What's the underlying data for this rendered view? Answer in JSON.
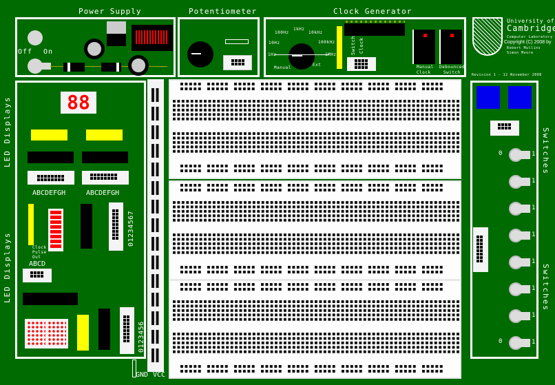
{
  "power_supply": {
    "title": "Power Supply",
    "off_label": "Off",
    "on_label": "On"
  },
  "potentiometer": {
    "title": "Potentiometer"
  },
  "clock": {
    "title": "Clock Generator",
    "frequencies": [
      "1Hz",
      "10Hz",
      "100Hz",
      "1kHz",
      "10kHz",
      "100kHz",
      "1MHz"
    ],
    "manual_label": "Manual",
    "ext_label": "Ext",
    "switch_label": "Switch",
    "clock_label": "Clock",
    "manual_clock": [
      "Manual",
      "Clock"
    ],
    "debounced_switch": [
      "Debounced",
      "Switch"
    ]
  },
  "logo": {
    "line1": "University of",
    "line2": "Cambridge",
    "line3": "Computer Laboratory",
    "line4": "Copyright (C) 2008 by",
    "line5": "Robert Mullins",
    "line6": "Simon Moore"
  },
  "revision": "Revision 1 - 12 November 2008",
  "led": {
    "side_label": "LED Displays",
    "seg_digits": "88",
    "bank_labels": [
      "ABCDEFGH",
      "ABCDEFGH"
    ],
    "bar_label": [
      "Clock",
      "Pulse",
      "Out"
    ],
    "abcd": "ABCD",
    "conn1": "01234567",
    "conn2": "0123456"
  },
  "switches": {
    "side_label": "Switches",
    "off": "0",
    "on": "1",
    "count": 8
  },
  "power_rail": {
    "gnd": "GND",
    "vcc": "VCC"
  },
  "colors": {
    "board": "#006b00",
    "trace": "#a8a000",
    "led_red": "#ff0000",
    "button_blue": "#0000ee"
  }
}
